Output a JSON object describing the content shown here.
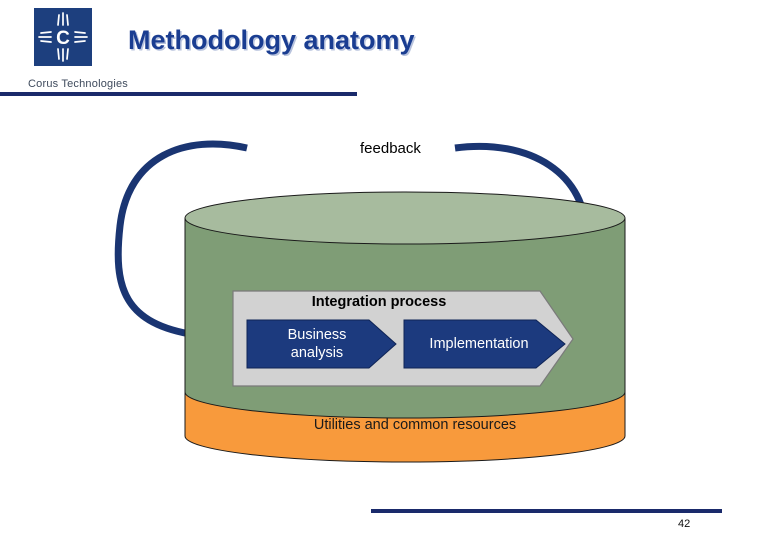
{
  "header": {
    "title": "Methodology anatomy",
    "brand": "Corus Technologies",
    "logo_icon": "corus-sun-c-logo"
  },
  "footer": {
    "page_number": "42"
  },
  "diagram": {
    "feedback_label": "feedback",
    "cylinder": {
      "upper_band_label": "Integration process",
      "lower_band_label": "Utilities and common resources"
    },
    "process_steps": [
      {
        "label_line1": "Business",
        "label_line2": "analysis"
      },
      {
        "label_line1": "Implementation",
        "label_line2": ""
      }
    ]
  },
  "colors": {
    "brand_navy": "#1a2a6b",
    "title_blue": "#1a3d91",
    "cylinder_top": "#a7bb9e",
    "cylinder_body": "#7f9d76",
    "cylinder_bottom_band": "#f89a3c",
    "chevron_outer": "#d2d2d2",
    "chevron_inner": "#1c3a7e",
    "loop_arrow": "#1a3572"
  }
}
